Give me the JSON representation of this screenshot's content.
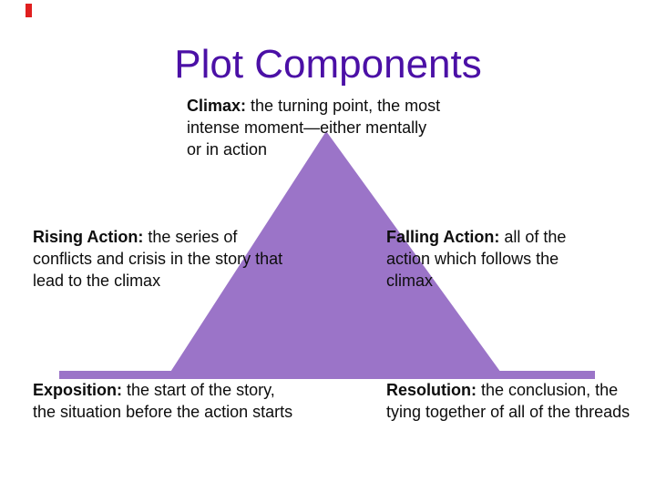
{
  "slide": {
    "title": "Plot Components",
    "title_color": "#4b10a6",
    "accent_color": "#e01f1f",
    "triangle_color": "#9b74c8",
    "blocks": {
      "climax": {
        "label": "Climax:",
        "text": "the turning point, the most\nintense moment—either mentally\nor in action"
      },
      "rising": {
        "label": "Rising Action:",
        "text": "the series of\nconflicts and crisis in the story that\nlead to the climax"
      },
      "falling": {
        "label": "Falling Action:",
        "text": "all of the\naction which follows the\nclimax"
      },
      "exposition": {
        "label": "Exposition:",
        "text": "the start of the story,\nthe situation before the action starts"
      },
      "resolution": {
        "label": "Resolution:",
        "text": "the conclusion, the\ntying together of all of the threads"
      }
    }
  }
}
